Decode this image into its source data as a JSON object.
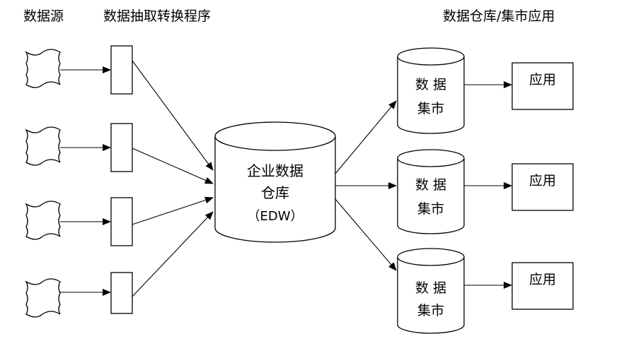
{
  "headers": {
    "sources": "数据源",
    "etl": "数据抽取转换程序",
    "warehouse_apps": "数据仓库/集市应用"
  },
  "edw": {
    "line1": "企业数据",
    "line2": "仓库",
    "line3": "（EDW）"
  },
  "marts": [
    {
      "line1": "数 据",
      "line2": "集市"
    },
    {
      "line1": "数 据",
      "line2": "集市"
    },
    {
      "line1": "数 据",
      "line2": "集市"
    }
  ],
  "apps": [
    {
      "label": "应用"
    },
    {
      "label": "应用"
    },
    {
      "label": "应用"
    }
  ]
}
